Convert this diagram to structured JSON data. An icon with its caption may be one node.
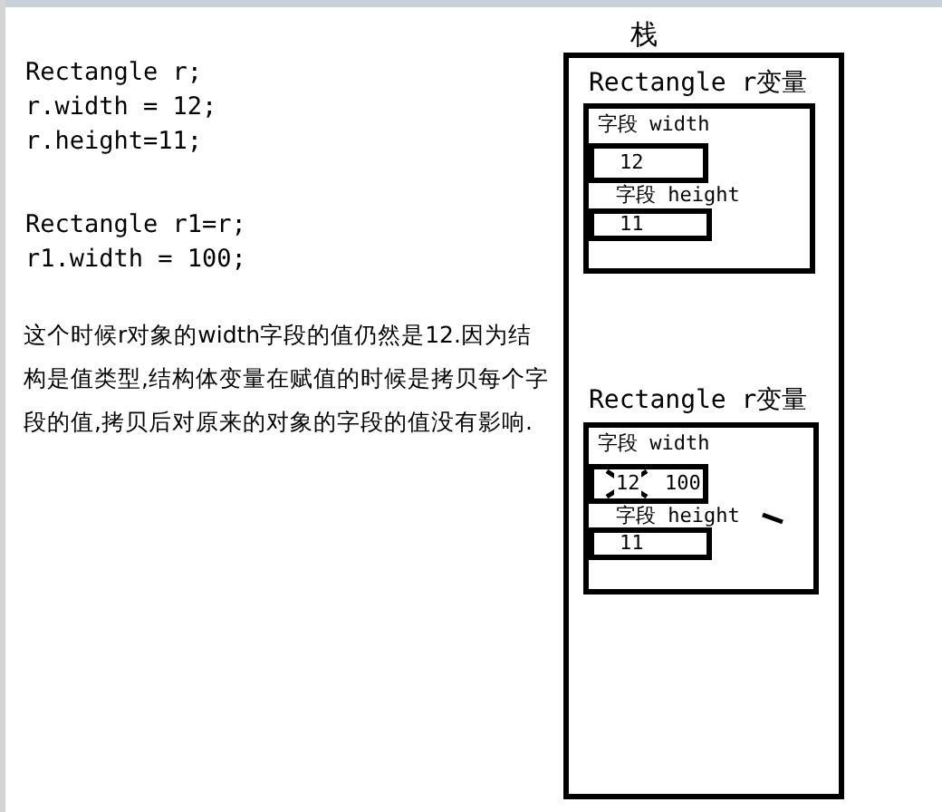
{
  "diagram": {
    "nodes": [
      {
        "text": [
          "栈"
        ]
      },
      {
        "text": [
          "Rectangle r变量"
        ],
        "in": 0
      },
      {
        "text": [
          "字段 width",
          "12"
        ],
        "in": 1
      },
      {
        "text": [
          "字段 height",
          "11"
        ],
        "in": 1
      },
      {
        "text": [
          "Rectangle r变量"
        ],
        "in": 0
      },
      {
        "text": [
          "字段 width",
          "12",
          "100"
        ],
        "in": 4
      },
      {
        "text": [
          "字段 height",
          "11"
        ],
        "in": 4
      }
    ],
    "labels": [
      "Rectangle r;",
      "r.width = 12;",
      "r.height=11;",
      "Rectangle r1=r;",
      "r1.width = 100;",
      "这个时候r对象的width字段的值仍然是12.因为结构是值类型,结构体变量在赋值的时候是拷贝每个字段的值,拷贝后对原来的对象的字段的值没有影响."
    ]
  }
}
